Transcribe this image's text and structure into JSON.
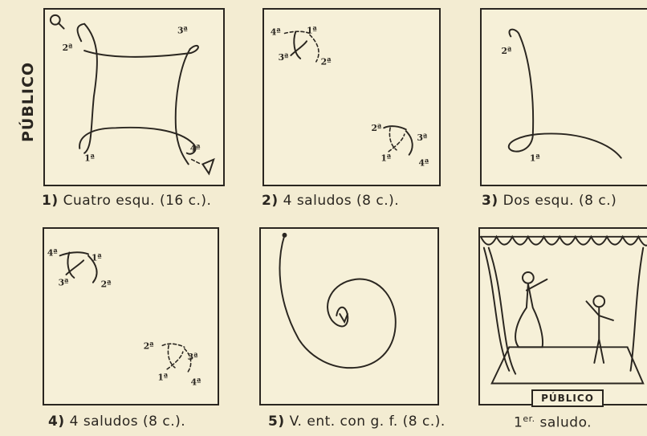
{
  "side_label": "PÚBLICO",
  "panels": [
    {
      "caption_num": "1)",
      "caption_text": "Cuatro esqu. (16 c.).",
      "labels": [
        "2ª",
        "3ª",
        "1ª",
        "4ª"
      ]
    },
    {
      "caption_num": "2)",
      "caption_text": "4 saludos (8 c.).",
      "labels": [
        "4ª",
        "1ª",
        "3ª",
        "2ª",
        "2ª",
        "3ª",
        "1ª",
        "4ª"
      ]
    },
    {
      "caption_num": "3)",
      "caption_text": "Dos esqu. (8 c.)",
      "labels": [
        "2ª",
        "1ª"
      ]
    },
    {
      "caption_num": "4)",
      "caption_text": "4 saludos (8 c.).",
      "labels": [
        "4ª",
        "1ª",
        "3ª",
        "2ª",
        "2ª",
        "3ª",
        "1ª",
        "4ª"
      ]
    },
    {
      "caption_num": "5)",
      "caption_text": "V. ent. con g. f. (8 c.).",
      "labels": []
    },
    {
      "caption_num": "",
      "caption_text_main": "1",
      "caption_text_sup": "er.",
      "caption_text_tail": " saludo.",
      "stage_label": "PÚBLICO"
    }
  ]
}
